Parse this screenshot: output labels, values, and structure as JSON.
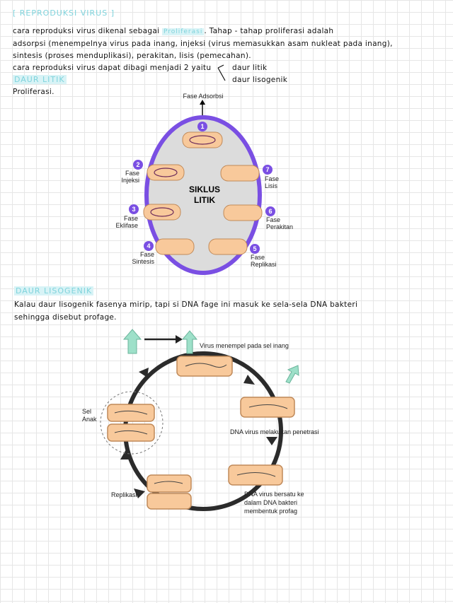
{
  "title": "[ REPRODUKSI VIRUS ]",
  "intro": {
    "line1_a": "cara reproduksi virus dikenal sebagai",
    "line1_hl": "Proliferasi",
    "line1_b": ". Tahap - tahap proliferasi adalah",
    "line2": "adsorpsi (menempelnya virus pada inang, injeksi (virus memasukkan asam nukleat pada inang),",
    "line3": "sintesis (proses menduplikasi), perakitan, lisis (pemecahan).",
    "line4": "cara reproduksi virus dapat dibagi menjadi 2 yaitu",
    "branch1": "daur litik",
    "branch2": "daur lisogenik"
  },
  "litik": {
    "heading": "DAUR LITIK",
    "text": "Proliferasi.",
    "center": "SIKLUS",
    "center2": "LITIK",
    "phases": [
      {
        "n": "1",
        "name": "Fase Adsorbsi"
      },
      {
        "n": "2",
        "name": "Fase",
        "name2": "Injeksi"
      },
      {
        "n": "3",
        "name": "Fase",
        "name2": "Eklifase"
      },
      {
        "n": "4",
        "name": "Fase",
        "name2": "Sintesis"
      },
      {
        "n": "5",
        "name": "Fase",
        "name2": "Replikasi"
      },
      {
        "n": "6",
        "name": "Fase",
        "name2": "Perakitan"
      },
      {
        "n": "7",
        "name": "Fase",
        "name2": "Lisis"
      }
    ]
  },
  "lisogenik": {
    "heading": "DAUR LISOGENIK",
    "text1": "Kalau daur lisogenik fasenya mirip, tapi si DNA fage ini masuk ke sela-sela DNA bakteri",
    "text2": "sehingga disebut profage.",
    "labels": {
      "top": "Virus menempel pada sel inang",
      "right": "DNA virus melakukan penetrasi",
      "br1": "DNA virus bersatu ke",
      "br2": "dalam DNA bakteri",
      "br3": "membentuk profag",
      "left": "Replikasi",
      "sel1": "Sel",
      "sel2": "Anak"
    }
  },
  "colors": {
    "purple": "#7a4fe3",
    "cell": "#f8c99b",
    "cellStroke": "#c08a5a",
    "accent": "#7fd3dc"
  }
}
